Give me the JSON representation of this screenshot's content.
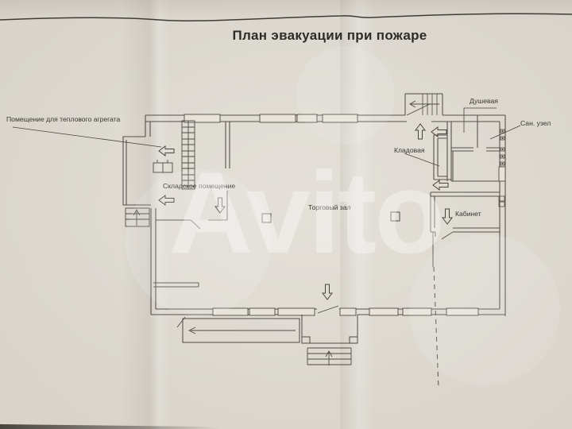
{
  "title": "План эвакуации при пожаре",
  "watermark": {
    "text": "Avito"
  },
  "rooms": {
    "heat_unit": "Помещение для теплового агрегата",
    "storage": "Складское помещение",
    "sales_hall": "Торговый зал",
    "pantry": "Кладовая",
    "shower": "Душевая",
    "san_unit": "Сан. узел",
    "office": "Кабинет"
  },
  "evacuation_arrows": [
    {
      "area": "heat-unit-room",
      "direction": "left"
    },
    {
      "area": "storage-room",
      "direction": "left"
    },
    {
      "area": "storage-room",
      "direction": "down"
    },
    {
      "area": "top-corridor",
      "direction": "up"
    },
    {
      "area": "top-corridor",
      "direction": "left"
    },
    {
      "area": "right-corridor",
      "direction": "left"
    },
    {
      "area": "office",
      "direction": "down"
    },
    {
      "area": "sales-hall",
      "direction": "down"
    },
    {
      "area": "left-stairs",
      "direction": "up"
    },
    {
      "area": "top-stairs",
      "direction": "left"
    },
    {
      "area": "entrance-porch",
      "direction": "up"
    },
    {
      "area": "ramp",
      "direction": "left"
    }
  ],
  "colors": {
    "paper": "#d9d5cc",
    "ink": "#4b4640",
    "watermark": "#ffffff"
  }
}
